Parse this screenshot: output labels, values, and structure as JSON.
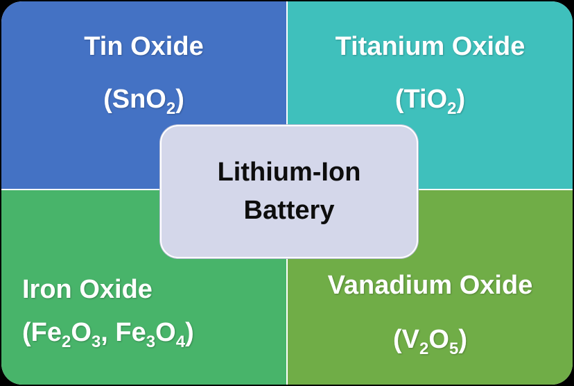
{
  "colors": {
    "tin_oxide": "#4472c4",
    "titanium_oxide": "#3fc0bc",
    "iron_oxide": "#48b46a",
    "vanadium_oxide": "#70ad47",
    "center": "#d4d7ea",
    "background": "#000000"
  },
  "center": {
    "line1": "Lithium-Ion",
    "line2": "Battery"
  },
  "quadrants": {
    "top_left": {
      "name": "Tin Oxide",
      "formula": {
        "open": "(",
        "a": "SnO",
        "a_sub": "2",
        "close": ")"
      }
    },
    "top_right": {
      "name": "Titanium Oxide",
      "formula": {
        "open": "(",
        "a": "TiO",
        "a_sub": "2",
        "close": ")"
      }
    },
    "bottom_left": {
      "name": "Iron Oxide",
      "formula": {
        "open": "(",
        "a": "Fe",
        "a_sub": "2",
        "b": "O",
        "b_sub": "3",
        "sep": ", ",
        "c": "Fe",
        "c_sub": "3",
        "d": "O",
        "d_sub": "4",
        "close": ")"
      }
    },
    "bottom_right": {
      "name": "Vanadium Oxide",
      "formula": {
        "open": "(",
        "a": "V",
        "a_sub": "2",
        "b": "O",
        "b_sub": "5",
        "close": ")"
      }
    }
  }
}
